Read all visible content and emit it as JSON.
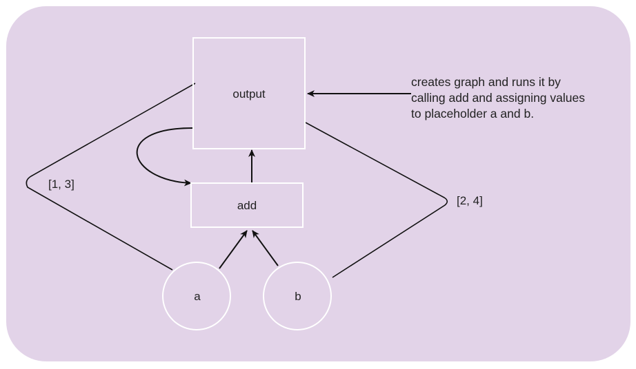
{
  "colors": {
    "background": "#e2d3e8",
    "node_stroke": "#ffffff",
    "edge": "#111111",
    "text": "#222222"
  },
  "nodes": {
    "output": {
      "label": "output",
      "shape": "rectangle"
    },
    "add": {
      "label": "add",
      "shape": "rectangle"
    },
    "a": {
      "label": "a",
      "shape": "circle"
    },
    "b": {
      "label": "b",
      "shape": "circle"
    }
  },
  "edge_labels": {
    "left": "[1, 3]",
    "right": "[2, 4]"
  },
  "note": {
    "lines": [
      "creates graph and runs it by",
      "calling add and assigning values",
      "to placeholder a and b."
    ]
  },
  "edges": [
    {
      "from": "a",
      "to": "add"
    },
    {
      "from": "b",
      "to": "add"
    },
    {
      "from": "add",
      "to": "output"
    },
    {
      "from": "output",
      "to": "add",
      "style": "curved"
    },
    {
      "from": "a",
      "to": "output",
      "label": "[1, 3]"
    },
    {
      "from": "b",
      "to": "output",
      "label": "[2, 4]"
    },
    {
      "from": "note",
      "to": "output"
    }
  ]
}
